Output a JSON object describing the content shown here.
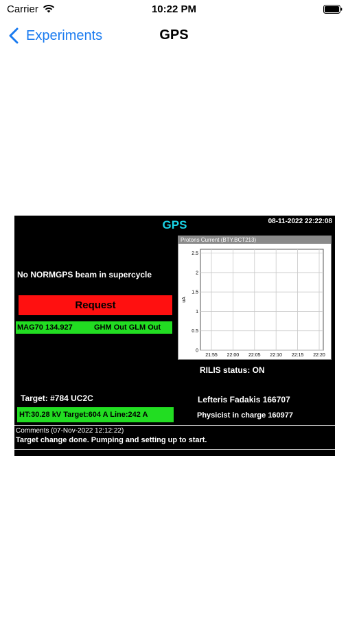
{
  "status_bar": {
    "carrier": "Carrier",
    "time": "10:22 PM",
    "wifi_icon": "wifi-icon",
    "battery_icon": "battery-icon"
  },
  "nav": {
    "back_label": "Experiments",
    "back_icon": "chevron-left-icon",
    "title": "GPS",
    "accent_color": "#1a7bf0"
  },
  "screen": {
    "title": "GPS",
    "datetime": "08-11-2022 22:22:08",
    "beam_message": "No NORMGPS beam in supercycle",
    "request_label": "Request",
    "mag_value": "MAG70 134.927",
    "mag_status": "GHM Out GLM Out",
    "rilis_status": "RILIS status: ON",
    "target": "Target: #784 UC2C",
    "contact": "Lefteris Fadakis 166707",
    "ht_line": "HT:30.28 kV Target:604 A Line:242 A",
    "physicist": "Physicist in charge 160977",
    "comments_header": "Comments (07-Nov-2022 12:12:22)",
    "comments_text": "Target change done. Pumping and setting up to start.",
    "colors": {
      "title": "#19d3e6",
      "request": "#ff1010",
      "status_green": "#22dd22"
    }
  },
  "chart_data": {
    "type": "line",
    "title": "Protons Current (BTY.BCT213)",
    "ylabel": "uA",
    "xlabel": "",
    "x_ticks": [
      "21:55",
      "22:00",
      "22:05",
      "22:10",
      "22:15",
      "22:20"
    ],
    "y_ticks": [
      "0",
      "0.5",
      "1",
      "1.5",
      "2",
      "2.5"
    ],
    "ylim": [
      0,
      2.6
    ],
    "grid": true,
    "series": [
      {
        "values": []
      }
    ]
  }
}
